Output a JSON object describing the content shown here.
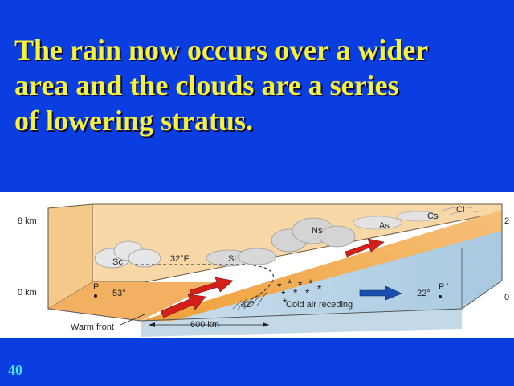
{
  "slide": {
    "title_lines": [
      "The rain now occurs over a wider",
      "area and the clouds are a series",
      "of lowering stratus."
    ],
    "number": "40"
  },
  "diagram": {
    "axis_left": {
      "top": "8 km",
      "bottom": "0 km"
    },
    "axis_right": {
      "top": "2",
      "bottom": "0 "
    },
    "clouds": {
      "sc": "Sc",
      "st": "St",
      "ns": "Ns",
      "as": "As",
      "cs": "Cs",
      "ci": "Ci"
    },
    "temp_32f": "32°F",
    "temp_32": "32°",
    "p_left": "P",
    "temp_53": "53°",
    "p_right": "P '",
    "temp_22": "22°",
    "cold_air": "Cold air receding",
    "warm_front": "Warm front",
    "distance": "600 km"
  },
  "colors": {
    "background": "#0b3ee0",
    "title": "#f4f23a",
    "warm_air": "#f2a33a",
    "cold_air": "#b8d4e6",
    "arrow_warm": "#d42018",
    "arrow_cold": "#1a4fb0"
  }
}
